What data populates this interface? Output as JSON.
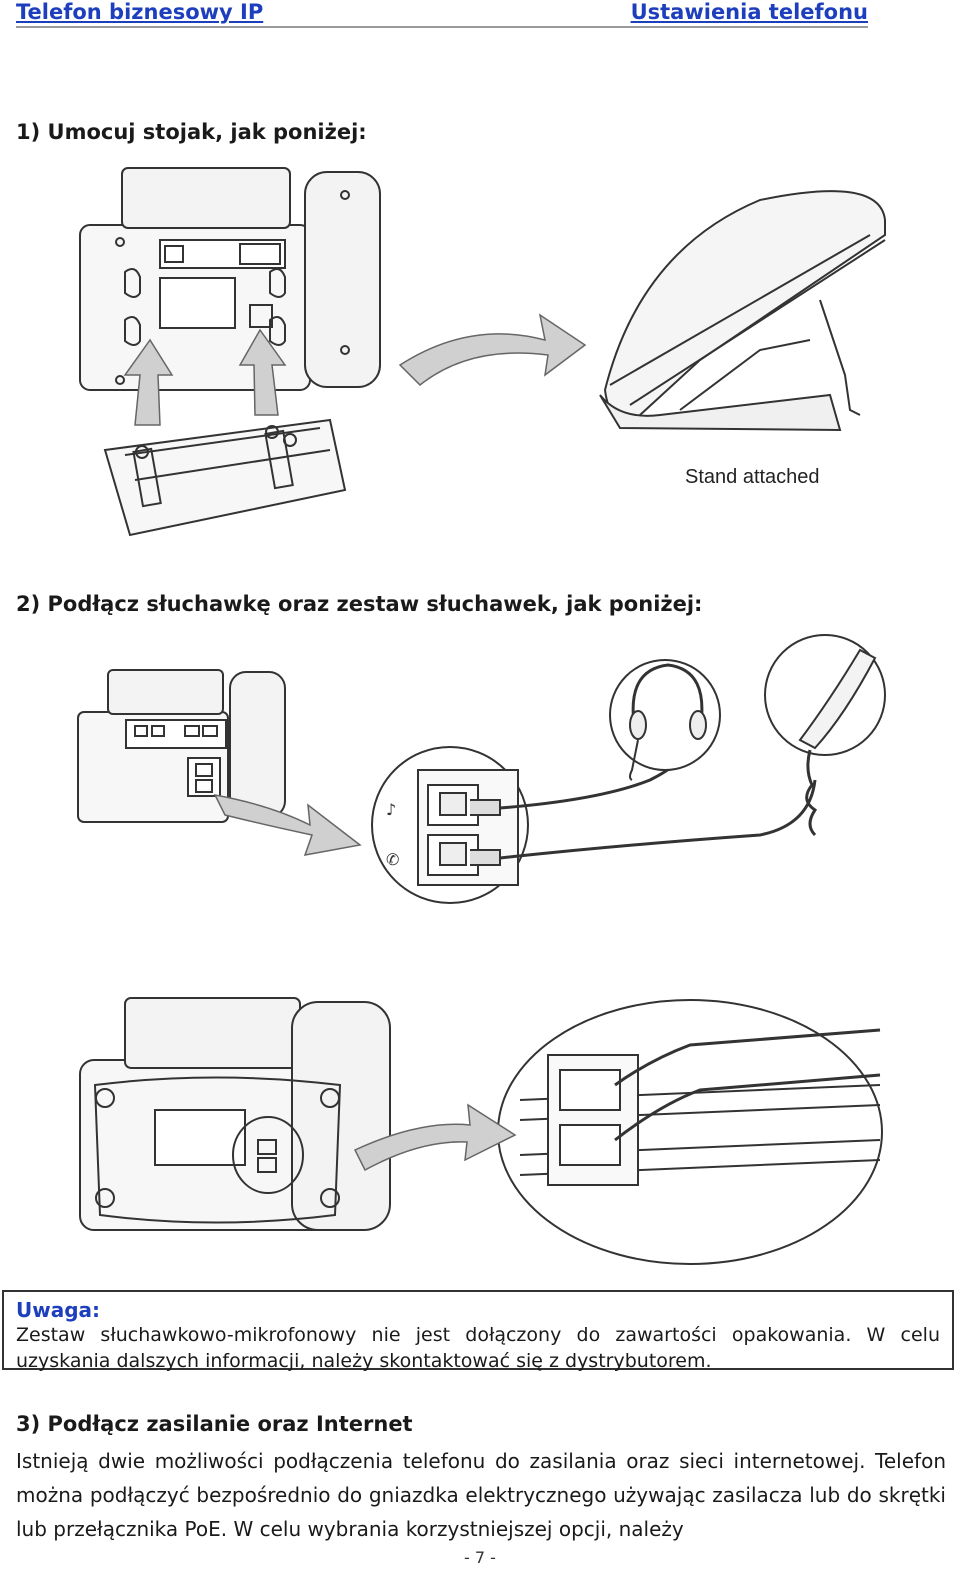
{
  "header": {
    "left": "Telefon biznesowy IP",
    "right": "Ustawienia telefonu"
  },
  "steps": {
    "step1": "1)  Umocuj stojak, jak poniżej:",
    "step2": "2)  Podłącz słuchawkę oraz zestaw słuchawek, jak poniżej:"
  },
  "figures": {
    "stand_caption": "Stand attached"
  },
  "note": {
    "title": "Uwaga:",
    "body": "Zestaw słuchawkowo-mikrofonowy nie jest dołączony do zawartości opakowania. W celu uzyskania dalszych informacji, należy skontaktować się z dystrybutorem."
  },
  "section3": {
    "title": "3)  Podłącz zasilanie oraz Internet",
    "paragraph": "Istnieją dwie możliwości podłączenia telefonu do zasilania oraz sieci internetowej. Telefon można podłączyć bezpośrednio do gniazdka elektrycznego używając zasilacza lub do skrętki lub przełącznika PoE. W celu wybrania korzystniejszej opcji, należy"
  },
  "footer": {
    "page_number": "- 7 -"
  }
}
